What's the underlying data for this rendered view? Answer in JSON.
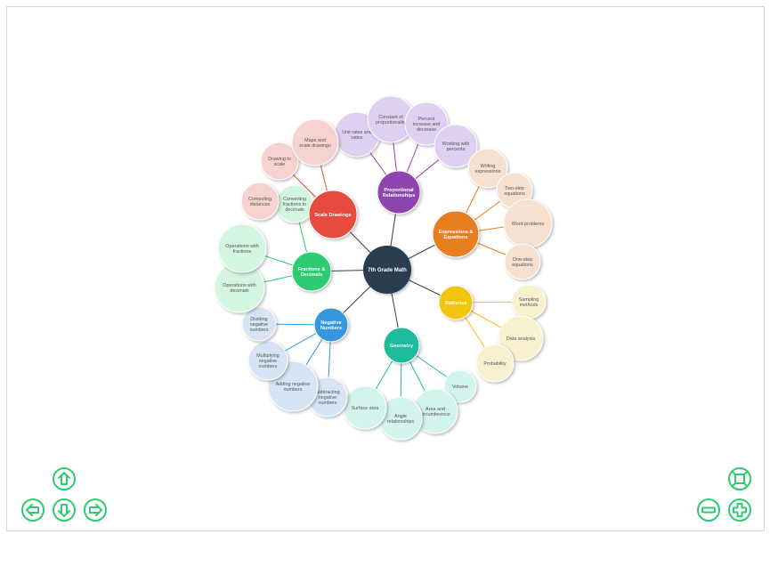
{
  "center": {
    "label": [
      "7th Grade Math"
    ],
    "color": "#2c3e50"
  },
  "branches": [
    {
      "label": [
        "Proportional",
        "Relationships"
      ],
      "color": "#8e44ad",
      "light": "#ddd0f0",
      "children": [
        {
          "label": [
            "Unit rates and",
            "ratios"
          ]
        },
        {
          "label": [
            "Constant of",
            "proportionality"
          ]
        },
        {
          "label": [
            "Percent",
            "increase and",
            "decrease"
          ]
        },
        {
          "label": [
            "Working with",
            "percents"
          ]
        }
      ]
    },
    {
      "label": [
        "Expressions &",
        "Equations"
      ],
      "color": "#e67e22",
      "light": "#f6e0cf",
      "children": [
        {
          "label": [
            "Writing",
            "expressions"
          ]
        },
        {
          "label": [
            "Two-step",
            "equations"
          ]
        },
        {
          "label": [
            "Word problems"
          ]
        },
        {
          "label": [
            "One-step",
            "equations"
          ]
        }
      ]
    },
    {
      "label": [
        "Statistics"
      ],
      "color": "#f1c40f",
      "light": "#f8f1cf",
      "children": [
        {
          "label": [
            "Sampling",
            "methods"
          ]
        },
        {
          "label": [
            "Data analysis"
          ]
        },
        {
          "label": [
            "Probability"
          ]
        }
      ]
    },
    {
      "label": [
        "Geometry"
      ],
      "color": "#1abc9c",
      "light": "#d3f4ee",
      "children": [
        {
          "label": [
            "Volume"
          ]
        },
        {
          "label": [
            "Area and",
            "circumference"
          ]
        },
        {
          "label": [
            "Angle",
            "relationships"
          ]
        },
        {
          "label": [
            "Surface area"
          ]
        }
      ]
    },
    {
      "label": [
        "Negative",
        "Numbers"
      ],
      "color": "#3498db",
      "light": "#d6e4f5",
      "children": [
        {
          "label": [
            "Subtracting",
            "negative",
            "numbers"
          ]
        },
        {
          "label": [
            "Adding negative",
            "numbers"
          ]
        },
        {
          "label": [
            "Multiplying",
            "negative",
            "numbers"
          ]
        },
        {
          "label": [
            "Dividing",
            "negative",
            "numbers"
          ]
        }
      ]
    },
    {
      "label": [
        "Fractions &",
        "Decimals"
      ],
      "color": "#2ecc71",
      "light": "#d4f5df",
      "children": [
        {
          "label": [
            "Operations with",
            "decimals"
          ]
        },
        {
          "label": [
            "Operations with",
            "fractions"
          ]
        },
        {
          "label": [
            "Converting",
            "fractions to",
            "decimals"
          ]
        }
      ]
    },
    {
      "label": [
        "Scale Drawings"
      ],
      "color": "#e74c3c",
      "light": "#f6d3d1",
      "children": [
        {
          "label": [
            "Computing",
            "distances"
          ]
        },
        {
          "label": [
            "Drawing to",
            "scale"
          ]
        },
        {
          "label": [
            "Maps and",
            "scale drawings"
          ]
        }
      ]
    }
  ],
  "controls": {
    "color": "#2ecc71",
    "pan_up": "arrow-up-icon",
    "pan_down": "arrow-down-icon",
    "pan_left": "arrow-left-icon",
    "pan_right": "arrow-right-icon",
    "fit": "fit-screen-icon",
    "zoom_out": "minus-icon",
    "zoom_in": "plus-icon"
  }
}
